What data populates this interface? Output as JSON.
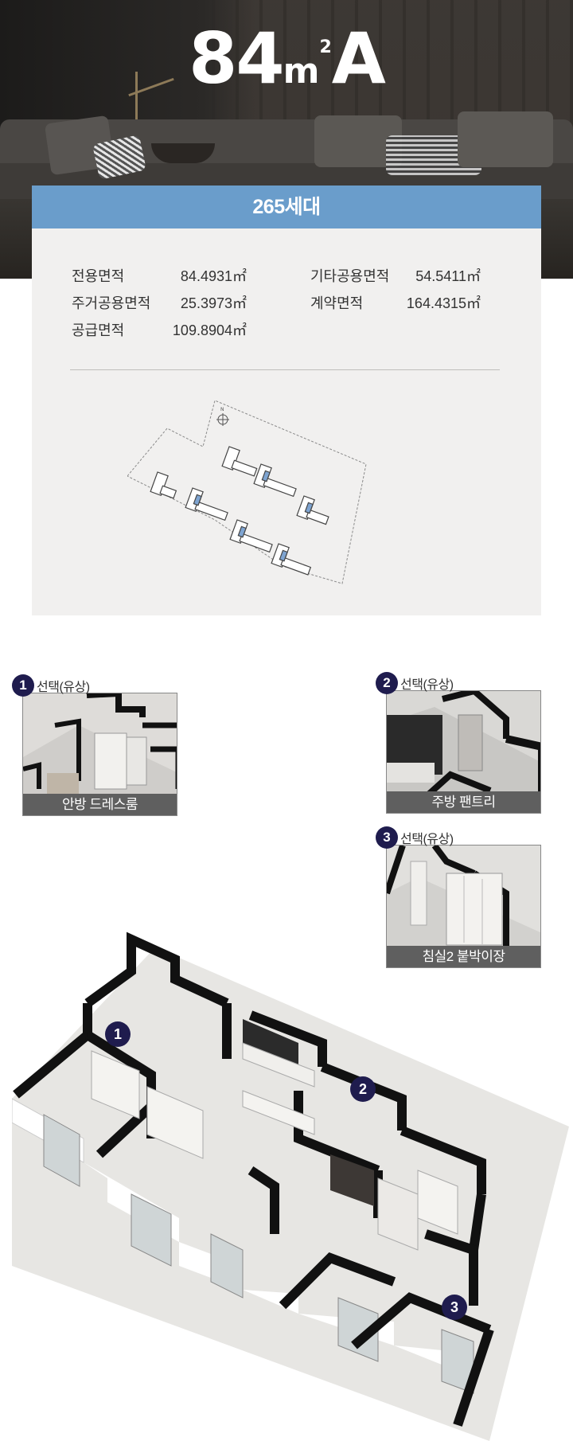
{
  "hero": {
    "type_number": "84",
    "type_unit": "m",
    "type_unit_sup": "2",
    "type_letter": "A"
  },
  "info": {
    "households": "265세대",
    "areas": [
      {
        "label": "전용면적",
        "value": "84.4931㎡",
        "label2": "기타공용면적",
        "value2": "54.5411㎡"
      },
      {
        "label": "주거공용면적",
        "value": "25.3973㎡",
        "label2": "계약면적",
        "value2": "164.4315㎡"
      },
      {
        "label": "공급면적",
        "value": "109.8904㎡",
        "label2": "",
        "value2": ""
      }
    ],
    "compass_label": "N"
  },
  "options": [
    {
      "number": "1",
      "label": "선택(유상)",
      "caption": "안방 드레스룸"
    },
    {
      "number": "2",
      "label": "선택(유상)",
      "caption": "주방 팬트리"
    },
    {
      "number": "3",
      "label": "선택(유상)",
      "caption": "침실2 붙박이장"
    }
  ],
  "plan_pins": [
    "1",
    "2",
    "3"
  ],
  "colors": {
    "accent_blue": "#6a9dcb",
    "badge_navy": "#1f1c4e",
    "info_bg": "#f1f0ef",
    "caption_bg": "#5f5f5f"
  }
}
